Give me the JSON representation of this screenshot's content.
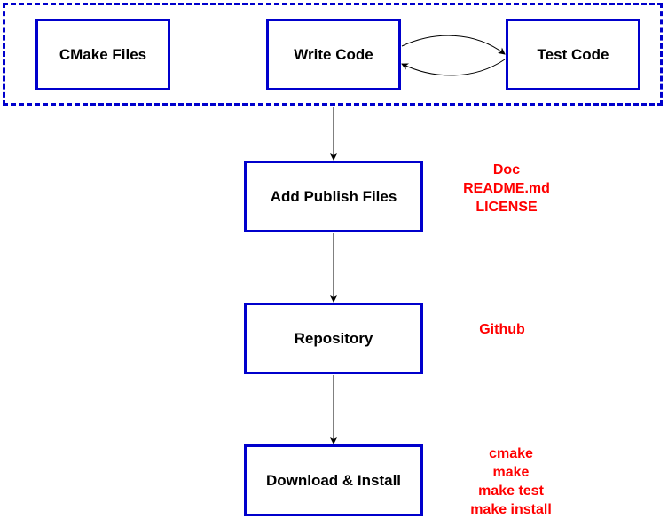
{
  "nodes": {
    "cmake_files": "CMake Files",
    "write_code": "Write Code",
    "test_code": "Test Code",
    "add_publish_files": "Add Publish Files",
    "repository": "Repository",
    "download_install": "Download & Install"
  },
  "notes": {
    "publish": [
      "Doc",
      "README.md",
      "LICENSE"
    ],
    "repository": [
      "Github"
    ],
    "install": [
      "cmake",
      "make",
      "make test",
      "make install"
    ]
  },
  "colors": {
    "node_border": "#0000cc",
    "note_text": "#ff0000",
    "edge": "#000000"
  }
}
